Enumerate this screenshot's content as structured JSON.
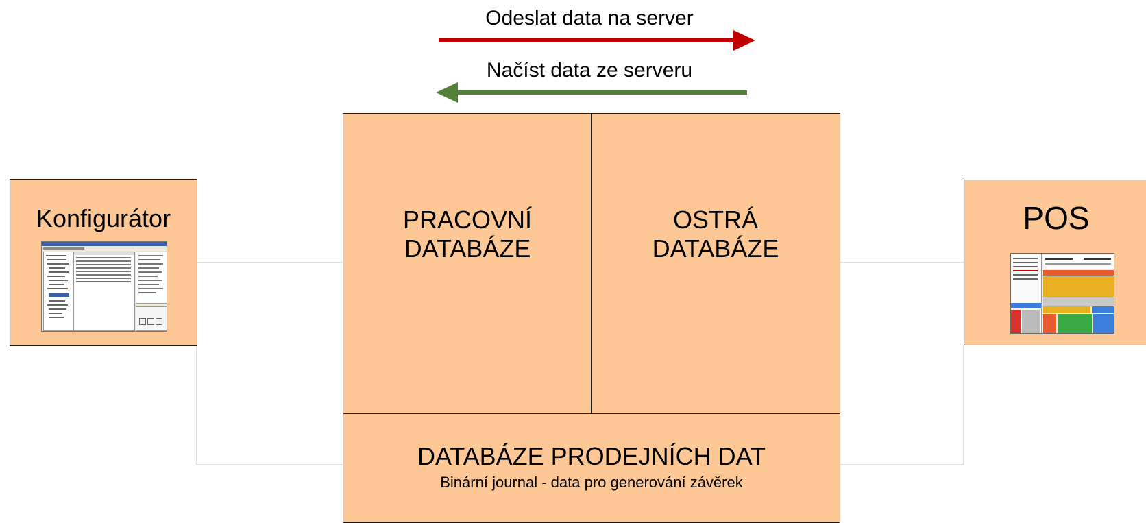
{
  "arrows": {
    "send_label": "Odeslat data na server",
    "load_label": "Načíst data ze serveru",
    "send_color": "#c00000",
    "load_color": "#538135"
  },
  "configurator": {
    "title": "Konfigurátor"
  },
  "pos": {
    "title": "POS"
  },
  "working_db": {
    "line1": "PRACOVNÍ",
    "line2": "DATABÁZE"
  },
  "live_db": {
    "line1": "OSTRÁ",
    "line2": "DATABÁZE"
  },
  "sales_db": {
    "title": "DATABÁZE PRODEJNÍCH DAT",
    "subtitle": "Binární journal - data pro generování závěrek"
  },
  "colors": {
    "box_fill": "#fdc896",
    "border": "#1a1a1a",
    "connector": "#bfbfbf"
  }
}
